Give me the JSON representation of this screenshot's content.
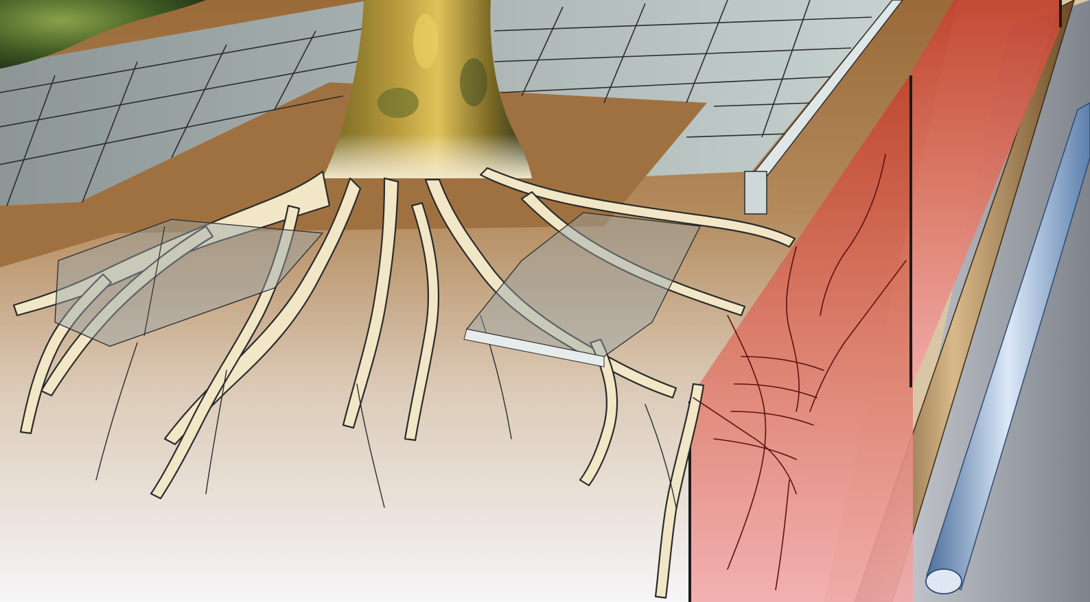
{
  "diagram": {
    "scene": "tree-roots-under-pavement",
    "labels": [],
    "colors": {
      "sky_foliage": "#4b6a2a",
      "paving": "#9aa3a3",
      "paving_light": "#bcc8c6",
      "soil_top": "#9a6a38",
      "soil_bottom": "#f4f3f5",
      "root_fill": "#f1e6c6",
      "root_stroke": "#2a2a2a",
      "trunk": "#8a7a2c",
      "barrier_top": "#c54a33",
      "barrier_bottom": "#f0a6a6",
      "copper_pipe": "#8a6a3a",
      "water_pipe": "#a9c3e0",
      "trench": "#8e939b"
    },
    "components": [
      {
        "id": "tree-trunk",
        "kind": "trunk"
      },
      {
        "id": "root-system",
        "kind": "roots"
      },
      {
        "id": "paving-tiles",
        "kind": "paving"
      },
      {
        "id": "raised-paving-slabs",
        "kind": "lifted-slabs"
      },
      {
        "id": "curb-edge",
        "kind": "curb"
      },
      {
        "id": "root-barrier",
        "kind": "barrier"
      },
      {
        "id": "service-pipe-brown",
        "kind": "pipe"
      },
      {
        "id": "service-pipe-blue",
        "kind": "pipe"
      }
    ]
  }
}
